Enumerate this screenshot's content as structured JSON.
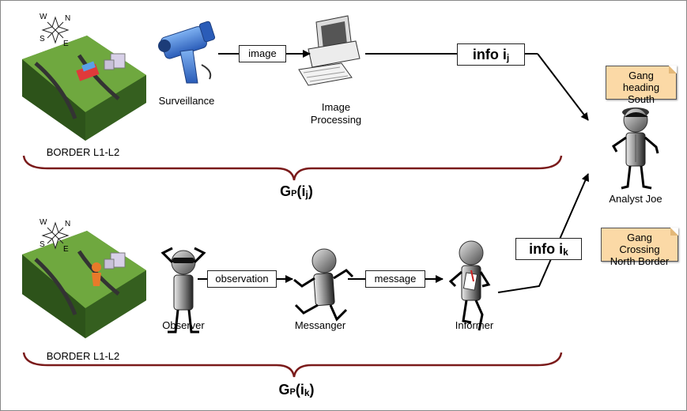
{
  "top": {
    "terrain_label": "BORDER L1-L2",
    "surveillance_label": "Surveillance",
    "image_edge_label": "image",
    "processing_label_1": "Image",
    "processing_label_2": "Processing",
    "info_label": "info i",
    "info_sub": "j",
    "group_label_main": "G",
    "group_label_small": "P",
    "group_label_open": "(i",
    "group_label_sub": "j",
    "group_label_close": ")"
  },
  "bottom": {
    "terrain_label": "BORDER L1-L2",
    "observer_label": "Observer",
    "observation_edge_label": "observation",
    "messanger_label": "Messanger",
    "message_edge_label": "message",
    "informer_label": "Informer",
    "info_label": "info i",
    "info_sub": "k",
    "group_label_main": "G",
    "group_label_small": "P",
    "group_label_open": "(i",
    "group_label_sub": "k",
    "group_label_close": ")"
  },
  "analyst": {
    "label": "Analyst Joe",
    "note_top_1": "Gang",
    "note_top_2": "heading",
    "note_top_3": "South",
    "note_bottom_1": "Gang",
    "note_bottom_2": "Crossing",
    "note_bottom_3": "North Border"
  },
  "compass": {
    "n": "N",
    "e": "E",
    "s": "S",
    "w": "W"
  },
  "colors": {
    "brace": "#7a1a1a",
    "terrain": "#4e8a2e",
    "note": "#fbd9a6",
    "camera": "#3f7fd6"
  }
}
